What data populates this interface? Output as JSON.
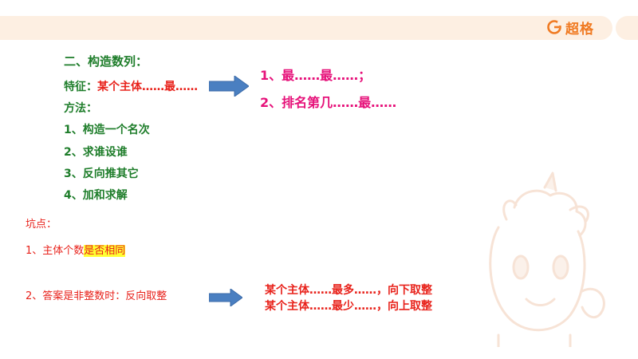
{
  "brand": {
    "logo_text": "超格",
    "icon": "g-circle-icon",
    "accent": "#f07a22"
  },
  "colors": {
    "green": "#1e7d2a",
    "red": "#e8221b",
    "pink": "#e6127a",
    "arrow": "#4a7fc1",
    "highlight": "#ffff33"
  },
  "section": {
    "heading": "二、构造数列：",
    "feature_label": "特征：",
    "feature_value": "某个主体……最……",
    "method_label": "方法：",
    "steps": [
      "1、构造一个名次",
      "2、求谁设谁",
      "3、反向推其它",
      "4、加和求解"
    ]
  },
  "right_list": [
    "1、最……最……；",
    "2、排名第几……最……"
  ],
  "pitfalls": {
    "label": "坑点：",
    "item1_prefix": "1、主体个数",
    "item1_highlight": "是否相同",
    "item2": "2、答案是非整数时：反向取整",
    "result1": "某个主体……最多……，向下取整",
    "result2": "某个主体……最少……，向上取整"
  }
}
